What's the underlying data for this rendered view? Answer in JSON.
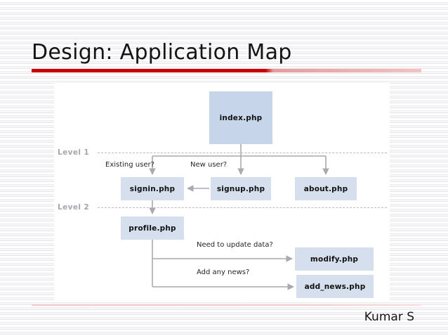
{
  "slide": {
    "title": "Design: Application Map",
    "footer_name": "Kumar S",
    "accent_color": "#cc0000",
    "rule_fade_color": "#f2c3c3",
    "footer_rule_color": "#f0c6c6",
    "panel_background": "#ffffff"
  },
  "diagram": {
    "type": "flowchart",
    "node_fill": "#d5dfee",
    "root_fill": "#c6d5e9",
    "connector_color": "#a9a9af",
    "level_label_color": "#a6a6ac",
    "levels": [
      {
        "label": "Level 1"
      },
      {
        "label": "Level 2"
      }
    ],
    "nodes": [
      {
        "id": "index",
        "label": "index.php"
      },
      {
        "id": "signin",
        "label": "signin.php"
      },
      {
        "id": "signup",
        "label": "signup.php"
      },
      {
        "id": "about",
        "label": "about.php"
      },
      {
        "id": "profile",
        "label": "profile.php"
      },
      {
        "id": "modify",
        "label": "modify.php"
      },
      {
        "id": "addnews",
        "label": "add_news.php"
      }
    ],
    "edge_labels": [
      {
        "id": "existing",
        "label": "Existing user?"
      },
      {
        "id": "new",
        "label": "New user?"
      },
      {
        "id": "update",
        "label": "Need to update data?"
      },
      {
        "id": "news",
        "label": "Add any news?"
      }
    ],
    "edges": [
      {
        "from": "index",
        "to": "signin",
        "label": "Existing user?"
      },
      {
        "from": "index",
        "to": "signup",
        "label": "New user?"
      },
      {
        "from": "index",
        "to": "about",
        "label": ""
      },
      {
        "from": "signup",
        "to": "signin",
        "label": ""
      },
      {
        "from": "signin",
        "to": "profile",
        "label": ""
      },
      {
        "from": "profile",
        "to": "modify",
        "label": "Need to update data?"
      },
      {
        "from": "profile",
        "to": "addnews",
        "label": "Add any news?"
      }
    ]
  }
}
